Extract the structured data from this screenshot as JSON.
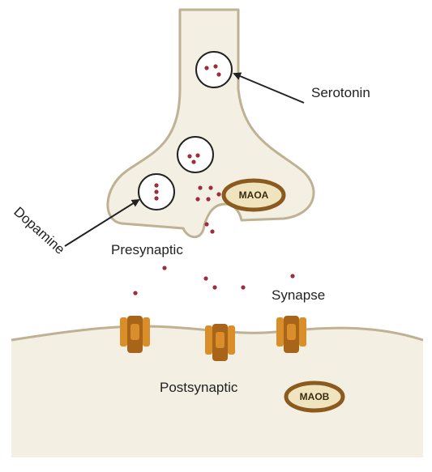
{
  "labels": {
    "serotonin": "Serotonin",
    "dopamine": "Dopamine",
    "presynaptic": "Presynaptic",
    "synapse": "Synapse",
    "postsynaptic": "Postsynaptic"
  },
  "enzymes": {
    "presynaptic": "MAOA",
    "postsynaptic": "MAOB"
  },
  "colors": {
    "cell_fill": "#f3efe3",
    "membrane": "#bfb193",
    "neurotransmitter": "#9b2f3d",
    "enzyme_fill": "#f0e4bf",
    "enzyme_outline": "#8a5a1e",
    "receptor": "#d98e2a",
    "receptor_dark": "#a8651a"
  }
}
